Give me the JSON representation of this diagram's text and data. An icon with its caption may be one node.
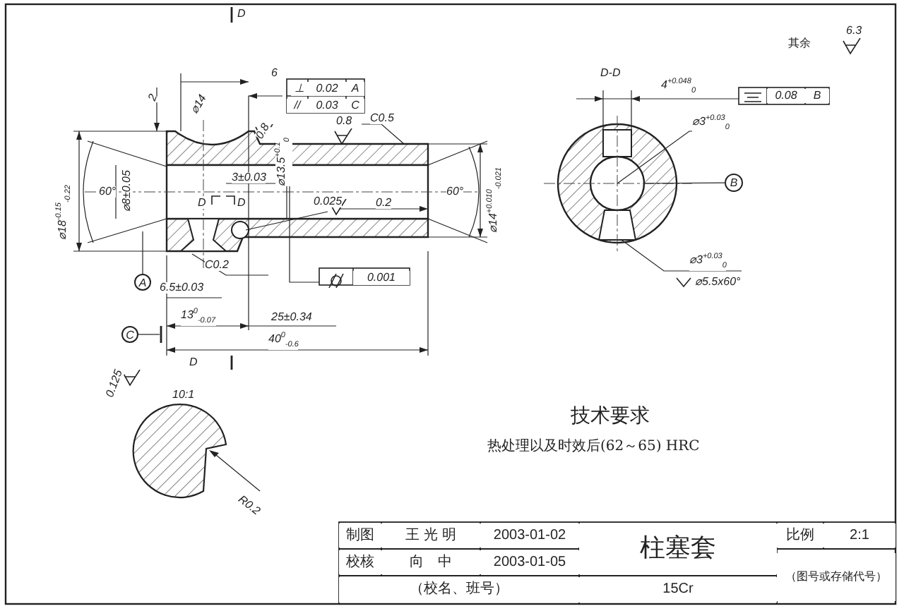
{
  "diagram": {
    "nodes": [
      {
        "text": [
          "A"
        ]
      },
      {
        "text": [
          "C"
        ]
      },
      {
        "text": [
          "B"
        ]
      }
    ],
    "edges": [
      {
        "from": 0,
        "to": null,
        "arrow": "none"
      },
      {
        "from": 1,
        "to": null,
        "arrow": "none"
      },
      {
        "from": 2,
        "to": null,
        "arrow": "none"
      }
    ],
    "labels": [
      "D",
      "6",
      "2",
      "⌀14",
      "⊥",
      "0.02",
      "A",
      "//",
      "0.03",
      "C",
      "0.8",
      "0.8",
      "C0.5",
      "60°",
      "⌀18$^{-0.15}$$_{-0.22}$",
      "⌀8±0.05",
      "3±0.03",
      "⌀13.5$^{+0.1}$$_{0}$",
      "D",
      "D",
      "0.025",
      "0.2",
      "60°",
      "⌀14$^{+0.010}$$_{-0.021}$",
      "C0.2",
      "6.5±0.03",
      "0.001",
      "13$^{0}$$_{-0.07}$",
      "25±0.34",
      "40$^{0}$$_{-0.6}$",
      "D",
      "0.125",
      "D-D",
      "4$^{+0.048}$$_{0}$",
      "0.08",
      "B",
      "⌀3$^{+0.03}$$_{0}$",
      "⌀3$^{+0.03}$$_{0}$",
      "⌀5.5x60°",
      "其余",
      "6.3",
      "10:1",
      "R0.2",
      "技术要求",
      "热处理以及时效后(62～65) HRC",
      "制图",
      "王 光 明",
      "2003-01-02",
      "柱塞套",
      "比例",
      "2:1",
      "校核",
      "向　中",
      "2003-01-05",
      "（图号或存储代号）",
      "（校名、班号）",
      "15Cr"
    ]
  }
}
